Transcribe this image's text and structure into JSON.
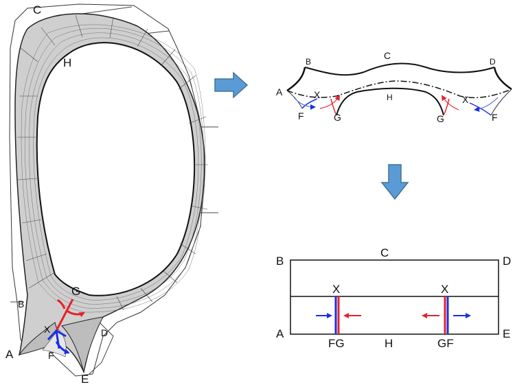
{
  "colors": {
    "ink": "#111111",
    "mesh": "#555555",
    "arrow_fill": "#5b9bd5",
    "arrow_stroke": "#41719c",
    "red": "#e8202a",
    "blue": "#1a2ee8",
    "blue_light": "#5a6fd0"
  },
  "left_panel": {
    "labels": {
      "C": "C",
      "H": "H",
      "G": "G",
      "B": "B",
      "X": "X",
      "A": "A",
      "F": "F",
      "D": "D",
      "E": "E"
    }
  },
  "top_right_panel": {
    "labels": {
      "A": "A",
      "B": "B",
      "C": "C",
      "D": "D",
      "X1": "X",
      "X2": "X",
      "H": "H",
      "F1": "F",
      "G1": "G",
      "G2": "G",
      "F2": "F"
    }
  },
  "bottom_right_panel": {
    "labels": {
      "B": "B",
      "C": "C",
      "D": "D",
      "X1": "X",
      "X2": "X",
      "A": "A",
      "E": "E",
      "FG": "FG",
      "H": "H",
      "GF": "GF"
    }
  },
  "icons": {
    "right_arrow": "block-arrow-right-icon",
    "down_arrow": "block-arrow-down-icon"
  }
}
